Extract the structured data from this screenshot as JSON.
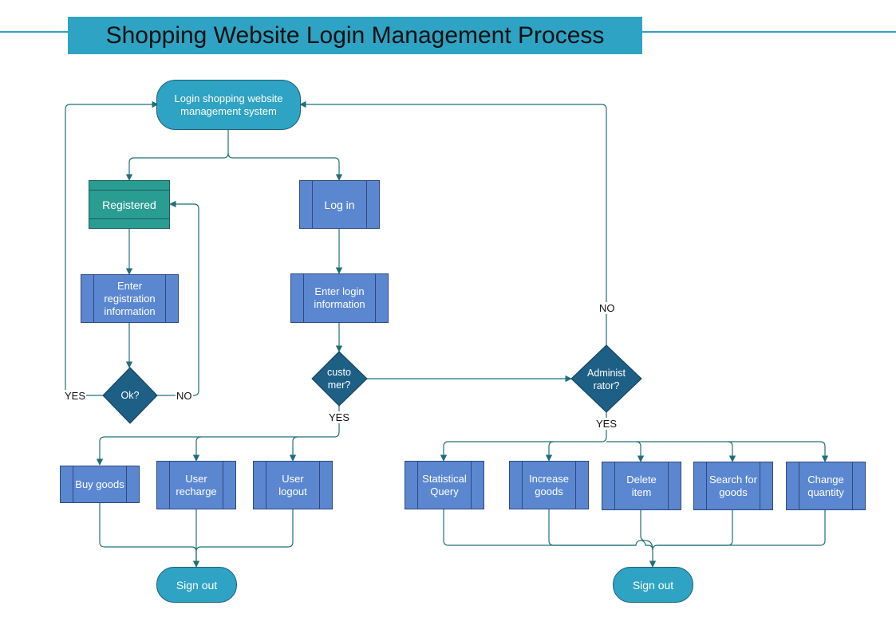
{
  "title": "Shopping Website Login Management Process",
  "colors": {
    "title_bar": "#2ea3c3",
    "terminator": "#2ea3c3",
    "process": "#5b87d1",
    "registered": "#2a9d93",
    "decision": "#1d5f85",
    "connector": "#1f6f78"
  },
  "nodes": {
    "login_system": "Login shopping website management system",
    "registered": "Registered",
    "log_in": "Log in",
    "enter_registration": "Enter registration information",
    "enter_login": "Enter login information",
    "ok": "Ok?",
    "customer": "custo mer?",
    "administrator": "Administ rator?",
    "buy_goods": "Buy goods",
    "user_recharge": "User recharge",
    "user_logout": "User logout",
    "statistical_query": "Statistical Query",
    "increase_goods": "Increase goods",
    "delete_item": "Delete item",
    "search_goods": "Search for goods",
    "change_quantity": "Change quantity",
    "sign_out_left": "Sign out",
    "sign_out_right": "Sign out"
  },
  "edge_labels": {
    "ok_yes": "YES",
    "ok_no": "NO",
    "customer_yes": "YES",
    "admin_no": "NO",
    "admin_yes": "YES"
  }
}
